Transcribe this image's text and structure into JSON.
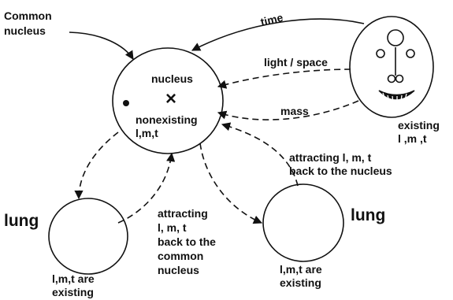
{
  "labels": {
    "common_nucleus": [
      "Common",
      "nucleus"
    ],
    "nucleus": "nucleus",
    "nucleus_mark": "×",
    "nonexisting": "nonexisting",
    "lmt_center": "l,m,t",
    "time": "time",
    "light_space": "light / space",
    "mass": "mass",
    "existing": "existing",
    "lmt_face": "l ,m ,t",
    "attracting_right": [
      "attracting l, m, t",
      "back to the nucleus"
    ],
    "attracting_left": [
      "attracting",
      "l, m, t",
      "back to the",
      "common",
      "nucleus"
    ],
    "lung_left": "lung",
    "lung_right": "lung",
    "lmt_existing_left": [
      "l,m,t are",
      "existing"
    ],
    "lmt_existing_right": [
      "l,m,t are",
      "existing"
    ]
  },
  "icons": {
    "face": "smiling-face-icon"
  }
}
